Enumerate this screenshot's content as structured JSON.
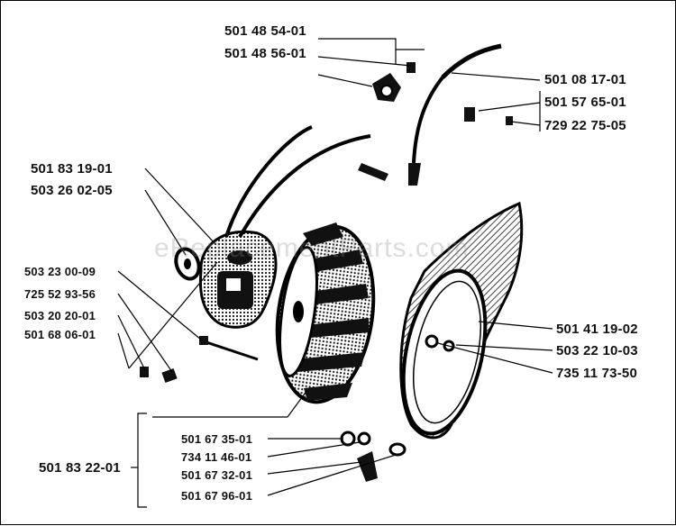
{
  "watermark": "eReplacementParts.com",
  "parts": {
    "p1": "501 48 54-01",
    "p2": "501 48 56-01",
    "p3": "501 08 17-01",
    "p4": "501 57 65-01",
    "p5": "729 22 75-05",
    "p6": "501 83 19-01",
    "p7": "503 26 02-05",
    "p8": "503 23 00-09",
    "p9": "725 52 93-56",
    "p10": "503 20 20-01",
    "p11": "501 68 06-01",
    "p12": "501 41 19-02",
    "p13": "503 22 10-03",
    "p14": "735 11 73-50",
    "p15": "501 67 35-01",
    "p16": "734 11 46-01",
    "p17": "501 67 32-01",
    "p18": "501 67 96-01",
    "p19": "501 83 22-01"
  }
}
